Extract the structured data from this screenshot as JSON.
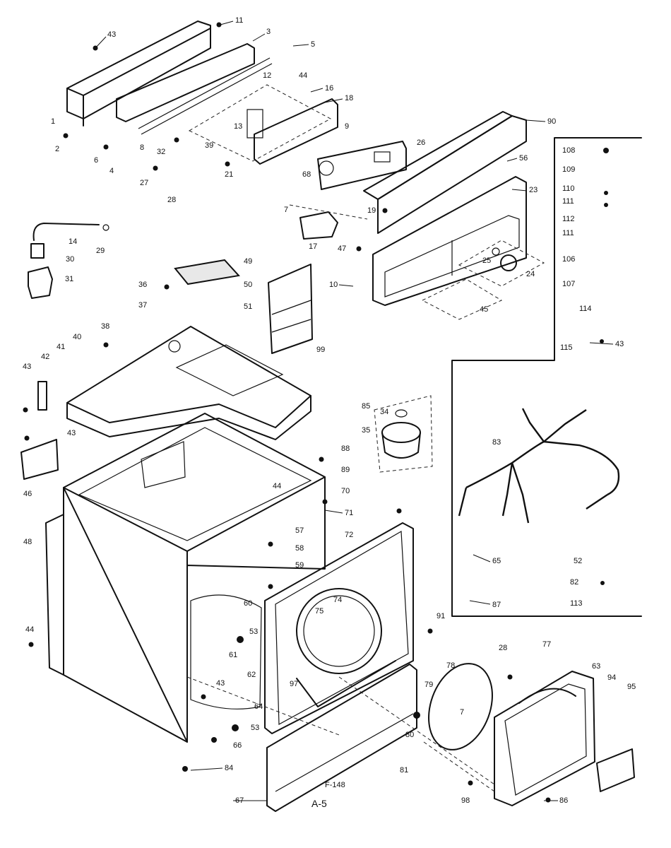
{
  "diagram": {
    "page_code": "A-5",
    "small_code": "F-148",
    "labels": {
      "l43a": "43",
      "l11": "11",
      "l3": "3",
      "l5": "5",
      "l44a": "44",
      "l12": "12",
      "l16": "16",
      "l18": "18",
      "l1": "1",
      "l2": "2",
      "l8": "8",
      "l6": "6",
      "l4": "4",
      "l13": "13",
      "l9": "9",
      "l32": "32",
      "l39": "39",
      "l21": "21",
      "l27": "27",
      "l28": "28",
      "l68": "68",
      "l26": "26",
      "l90": "90",
      "l56": "56",
      "l23": "23",
      "l19": "19",
      "l14": "14",
      "l29": "29",
      "l30": "30",
      "l31": "31",
      "l7": "7",
      "l17": "17",
      "l47": "47",
      "l25": "25",
      "l24": "24",
      "l49": "49",
      "l36": "36",
      "l50": "50",
      "l37": "37",
      "l51": "51",
      "l10": "10",
      "l45a": "45",
      "l99": "99",
      "l38": "38",
      "l42": "42",
      "l41": "41",
      "l40": "40",
      "l43b": "43",
      "l43c": "43",
      "l46": "46",
      "l85": "85",
      "l34": "34",
      "l35": "35",
      "l88": "88",
      "l89": "89",
      "l44b": "44",
      "l70": "70",
      "l71": "71",
      "l72": "72",
      "l48": "48",
      "l57": "57",
      "l58": "58",
      "l59": "59",
      "l74": "74",
      "l75": "75",
      "l60": "60",
      "l91": "91",
      "l44c": "44",
      "l61": "61",
      "l62": "62",
      "l97": "97",
      "l78": "78",
      "l28b": "28",
      "l77": "77",
      "l63": "63",
      "l94": "94",
      "l95": "95",
      "l43d": "43",
      "l79": "79",
      "l7b": "7",
      "l64": "64",
      "l53": "53",
      "l66": "66",
      "l80": "80",
      "l84": "84",
      "l81": "81",
      "l98": "98",
      "l67": "67",
      "l86": "86",
      "l108": "108",
      "l109": "109",
      "l110": "110",
      "l111": "111",
      "l112": "112",
      "l111b": "111",
      "l106": "106",
      "l107": "107",
      "l114": "114",
      "l115": "115",
      "l43e": "43",
      "l83": "83",
      "l65": "65",
      "l52": "52",
      "l82": "82",
      "l87": "87",
      "l113": "113"
    }
  }
}
